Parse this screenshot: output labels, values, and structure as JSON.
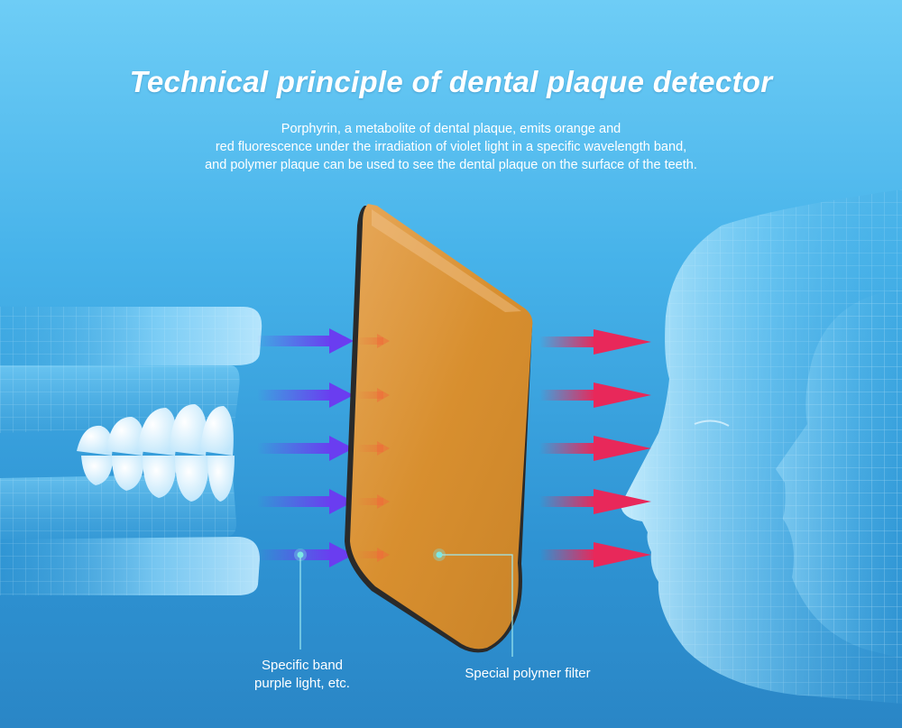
{
  "header": {
    "title": "Technical principle of dental plaque detector",
    "description_lines": [
      "Porphyrin, a metabolite of dental plaque, emits orange and",
      "red fluorescence under the irradiation of violet light in a specific wavelength band,",
      "and polymer plaque can be used to see the dental plaque on the surface of the teeth."
    ]
  },
  "labels": {
    "purple_light": [
      "Specific band",
      "purple light, etc."
    ],
    "filter": "Special polymer filter"
  },
  "colors": {
    "background_top": "#6ecdf6",
    "background_bottom": "#2a86c6",
    "filter_orange": "#d8922f",
    "incoming_arrow": "#6a3df0",
    "outgoing_arrow": "#e8285a"
  }
}
